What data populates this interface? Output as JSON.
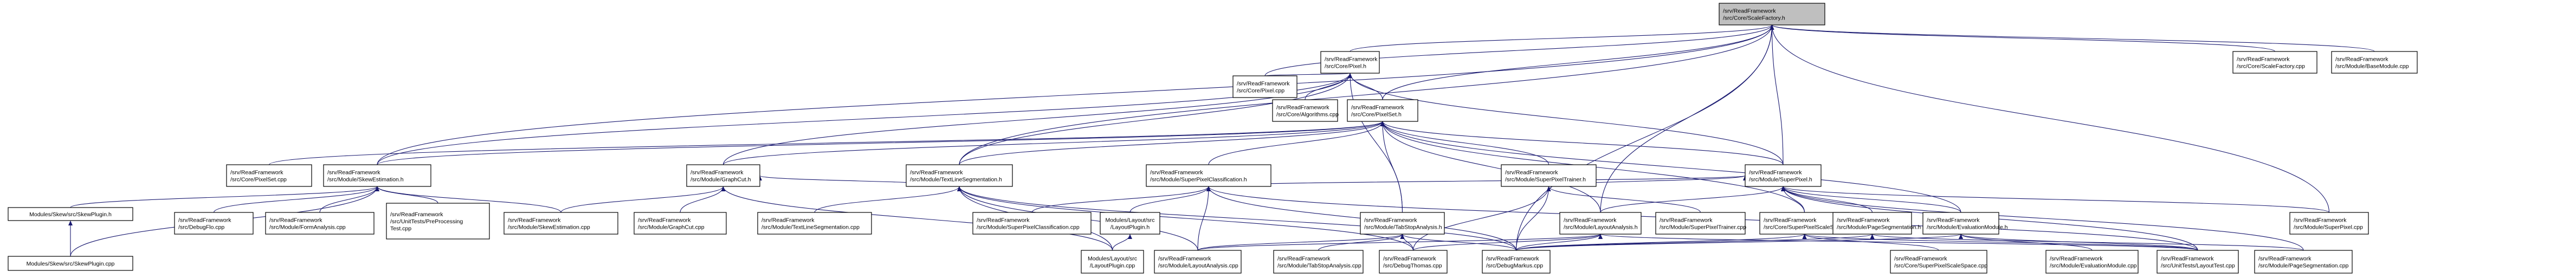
{
  "diagram": {
    "title": "Include dependency graph",
    "root": "scalefactory_h",
    "colors": {
      "edge": "#191970",
      "root_fill": "#bfbfbf",
      "node_fill": "#ffffff",
      "border": "#000000"
    },
    "nodes": [
      {
        "id": "scalefactory_h",
        "lines": [
          "/srv/ReadFramework",
          "/src/Core/ScaleFactory.h"
        ],
        "root": true
      },
      {
        "id": "scalefactory_cpp",
        "lines": [
          "/srv/ReadFramework",
          "/src/Core/ScaleFactory.cpp"
        ]
      },
      {
        "id": "basemodule_cpp",
        "lines": [
          "/srv/ReadFramework",
          "/src/Module/BaseModule.cpp"
        ]
      },
      {
        "id": "pixel_h",
        "lines": [
          "/srv/ReadFramework",
          "/src/Core/Pixel.h"
        ]
      },
      {
        "id": "pixel_cpp",
        "lines": [
          "/srv/ReadFramework",
          "/src/Core/Pixel.cpp"
        ]
      },
      {
        "id": "algorithms_cpp",
        "lines": [
          "/srv/ReadFramework",
          "/src/Core/Algorithms.cpp"
        ]
      },
      {
        "id": "pixelset_h",
        "lines": [
          "/srv/ReadFramework",
          "/src/Core/PixelSet.h"
        ]
      },
      {
        "id": "pixelset_cpp",
        "lines": [
          "/srv/ReadFramework",
          "/src/Core/PixelSet.cpp"
        ]
      },
      {
        "id": "skewestimation_h",
        "lines": [
          "/srv/ReadFramework",
          "/src/Module/SkewEstimation.h"
        ]
      },
      {
        "id": "graphcut_h",
        "lines": [
          "/srv/ReadFramework",
          "/src/Module/GraphCut.h"
        ]
      },
      {
        "id": "textlineseg_h",
        "lines": [
          "/srv/ReadFramework",
          "/src/Module/TextLineSegmentation.h"
        ]
      },
      {
        "id": "superpixelclass_h",
        "lines": [
          "/srv/ReadFramework",
          "/src/Module/SuperPixelClassification.h"
        ]
      },
      {
        "id": "superpixeltrainer_h",
        "lines": [
          "/srv/ReadFramework",
          "/src/Module/SuperPixelTrainer.h"
        ]
      },
      {
        "id": "superpixel_h",
        "lines": [
          "/srv/ReadFramework",
          "/src/Module/SuperPixel.h"
        ]
      },
      {
        "id": "skewplugin_h",
        "lines": [
          "Modules/Skew/src/SkewPlugin.h"
        ]
      },
      {
        "id": "debugflo_cpp",
        "lines": [
          "/srv/ReadFramework",
          "/src/DebugFlo.cpp"
        ]
      },
      {
        "id": "formanalysis_cpp",
        "lines": [
          "/srv/ReadFramework",
          "/src/Module/FormAnalysis.cpp"
        ]
      },
      {
        "id": "preprocessingtest_cpp",
        "lines": [
          "/srv/ReadFramework",
          "/src/UnitTests/PreProcessing",
          "Test.cpp"
        ]
      },
      {
        "id": "skewestimation_cpp",
        "lines": [
          "/srv/ReadFramework",
          "/src/Module/SkewEstimation.cpp"
        ]
      },
      {
        "id": "graphcut_cpp",
        "lines": [
          "/srv/ReadFramework",
          "/src/Module/GraphCut.cpp"
        ]
      },
      {
        "id": "textlineseg_cpp",
        "lines": [
          "/srv/ReadFramework",
          "/src/Module/TextLineSegmentation.cpp"
        ]
      },
      {
        "id": "superpixelclass_cpp",
        "lines": [
          "/srv/ReadFramework",
          "/src/Module/SuperPixelClassification.cpp"
        ]
      },
      {
        "id": "layoutplugin_h",
        "lines": [
          "Modules/Layout/src",
          "/LayoutPlugin.h"
        ]
      },
      {
        "id": "tabstop_h",
        "lines": [
          "/srv/ReadFramework",
          "/src/Module/TabStopAnalysis.h"
        ]
      },
      {
        "id": "layoutanalysis_h",
        "lines": [
          "/srv/ReadFramework",
          "/src/Module/LayoutAnalysis.h"
        ]
      },
      {
        "id": "superpixeltrainer_cpp",
        "lines": [
          "/srv/ReadFramework",
          "/src/Module/SuperPixelTrainer.cpp"
        ]
      },
      {
        "id": "superpixelscalespace_h",
        "lines": [
          "/srv/ReadFramework",
          "/src/Core/SuperPixelScaleSpace.h"
        ]
      },
      {
        "id": "pageseg_h",
        "lines": [
          "/srv/ReadFramework",
          "/src/Module/PageSegmentation.h"
        ]
      },
      {
        "id": "evaluationmodule_h",
        "lines": [
          "/srv/ReadFramework",
          "/src/Module/EvaluationModule.h"
        ]
      },
      {
        "id": "superpixel_cpp",
        "lines": [
          "/srv/ReadFramework",
          "/src/Module/SuperPixel.cpp"
        ]
      },
      {
        "id": "skewplugin_cpp",
        "lines": [
          "Modules/Skew/src/SkewPlugin.cpp"
        ]
      },
      {
        "id": "layoutplugin_cpp",
        "lines": [
          "Modules/Layout/src",
          "/LayoutPlugin.cpp"
        ]
      },
      {
        "id": "layoutanalysis_cpp",
        "lines": [
          "/srv/ReadFramework",
          "/src/Module/LayoutAnalysis.cpp"
        ]
      },
      {
        "id": "tabstop_cpp",
        "lines": [
          "/srv/ReadFramework",
          "/src/Module/TabStopAnalysis.cpp"
        ]
      },
      {
        "id": "debugthomas_cpp",
        "lines": [
          "/srv/ReadFramework",
          "/src/DebugThomas.cpp"
        ]
      },
      {
        "id": "debugmarkus_cpp",
        "lines": [
          "/srv/ReadFramework",
          "/src/DebugMarkus.cpp"
        ]
      },
      {
        "id": "superpixelscalespace_cpp",
        "lines": [
          "/srv/ReadFramework",
          "/src/Core/SuperPixelScaleSpace.cpp"
        ]
      },
      {
        "id": "evaluationmodule_cpp",
        "lines": [
          "/srv/ReadFramework",
          "/src/Module/EvaluationModule.cpp"
        ]
      },
      {
        "id": "layouttest_cpp",
        "lines": [
          "/srv/ReadFramework",
          "/src/UnitTests/LayoutTest.cpp"
        ]
      },
      {
        "id": "pageseg_cpp",
        "lines": [
          "/srv/ReadFramework",
          "/src/Module/PageSegmentation.cpp"
        ]
      }
    ],
    "edges": [
      [
        "scalefactory_cpp",
        "scalefactory_h"
      ],
      [
        "basemodule_cpp",
        "scalefactory_h"
      ],
      [
        "pixel_h",
        "scalefactory_h"
      ],
      [
        "pixelset_h",
        "scalefactory_h"
      ],
      [
        "superpixel_h",
        "scalefactory_h"
      ],
      [
        "textlineseg_h",
        "scalefactory_h"
      ],
      [
        "layoutanalysis_h",
        "scalefactory_h"
      ],
      [
        "pixel_cpp",
        "scalefactory_h"
      ],
      [
        "superpixel_cpp",
        "scalefactory_h"
      ],
      [
        "debugmarkus_cpp",
        "scalefactory_h"
      ],
      [
        "skewestimation_h",
        "scalefactory_h"
      ],
      [
        "pixel_cpp",
        "pixel_h"
      ],
      [
        "algorithms_cpp",
        "pixel_h"
      ],
      [
        "pixelset_h",
        "pixel_h"
      ],
      [
        "skewestimation_h",
        "pixel_h"
      ],
      [
        "textlineseg_h",
        "pixel_h"
      ],
      [
        "superpixel_h",
        "pixel_h"
      ],
      [
        "tabstop_h",
        "pixel_h"
      ],
      [
        "graphcut_h",
        "pixel_h"
      ],
      [
        "pixelset_cpp",
        "pixelset_h"
      ],
      [
        "skewestimation_h",
        "pixelset_h"
      ],
      [
        "graphcut_h",
        "pixelset_h"
      ],
      [
        "textlineseg_h",
        "pixelset_h"
      ],
      [
        "superpixelclass_h",
        "pixelset_h"
      ],
      [
        "superpixeltrainer_h",
        "pixelset_h"
      ],
      [
        "superpixel_h",
        "pixelset_h"
      ],
      [
        "tabstop_h",
        "pixelset_h"
      ],
      [
        "layoutanalysis_h",
        "pixelset_h"
      ],
      [
        "superpixelscalespace_h",
        "pixelset_h"
      ],
      [
        "evaluationmodule_h",
        "pixelset_h"
      ],
      [
        "skewplugin_h",
        "skewestimation_h"
      ],
      [
        "debugflo_cpp",
        "skewestimation_h"
      ],
      [
        "formanalysis_cpp",
        "skewestimation_h"
      ],
      [
        "preprocessingtest_cpp",
        "skewestimation_h"
      ],
      [
        "skewestimation_cpp",
        "skewestimation_h"
      ],
      [
        "skewplugin_cpp",
        "skewestimation_h"
      ],
      [
        "skewestimation_cpp",
        "graphcut_h"
      ],
      [
        "graphcut_cpp",
        "graphcut_h"
      ],
      [
        "layoutplugin_cpp",
        "graphcut_h"
      ],
      [
        "textlineseg_h",
        "graphcut_h"
      ],
      [
        "textlineseg_cpp",
        "textlineseg_h"
      ],
      [
        "layoutplugin_cpp",
        "textlineseg_h"
      ],
      [
        "layoutanalysis_cpp",
        "textlineseg_h"
      ],
      [
        "debugthomas_cpp",
        "textlineseg_h"
      ],
      [
        "debugmarkus_cpp",
        "textlineseg_h"
      ],
      [
        "superpixelclass_cpp",
        "superpixelclass_h"
      ],
      [
        "layoutplugin_h",
        "superpixelclass_h"
      ],
      [
        "layoutanalysis_cpp",
        "superpixelclass_h"
      ],
      [
        "debugmarkus_cpp",
        "superpixelclass_h"
      ],
      [
        "layouttest_cpp",
        "superpixelclass_h"
      ],
      [
        "superpixeltrainer_cpp",
        "superpixeltrainer_h"
      ],
      [
        "debugthomas_cpp",
        "superpixeltrainer_h"
      ],
      [
        "debugmarkus_cpp",
        "superpixeltrainer_h"
      ],
      [
        "superpixel_cpp",
        "superpixel_h"
      ],
      [
        "superpixelclass_h",
        "superpixel_h"
      ],
      [
        "superpixeltrainer_h",
        "superpixel_h"
      ],
      [
        "layoutanalysis_h",
        "superpixel_h"
      ],
      [
        "pageseg_h",
        "superpixel_h"
      ],
      [
        "superpixelscalespace_h",
        "superpixel_h"
      ],
      [
        "evaluationmodule_h",
        "superpixel_h"
      ],
      [
        "layouttest_cpp",
        "superpixel_h"
      ],
      [
        "pageseg_cpp",
        "superpixel_h"
      ],
      [
        "skewplugin_cpp",
        "skewplugin_h"
      ],
      [
        "layoutplugin_cpp",
        "layoutplugin_h"
      ],
      [
        "tabstop_cpp",
        "tabstop_h"
      ],
      [
        "layoutanalysis_cpp",
        "tabstop_h"
      ],
      [
        "debugthomas_cpp",
        "tabstop_h"
      ],
      [
        "debugmarkus_cpp",
        "tabstop_h"
      ],
      [
        "layoutanalysis_cpp",
        "layoutanalysis_h"
      ],
      [
        "debugthomas_cpp",
        "layoutanalysis_h"
      ],
      [
        "debugmarkus_cpp",
        "layoutanalysis_h"
      ],
      [
        "layouttest_cpp",
        "layoutanalysis_h"
      ],
      [
        "superpixelscalespace_cpp",
        "superpixelscalespace_h"
      ],
      [
        "debugmarkus_cpp",
        "superpixelscalespace_h"
      ],
      [
        "layouttest_cpp",
        "superpixelscalespace_h"
      ],
      [
        "debugmarkus_cpp",
        "pageseg_h"
      ],
      [
        "pageseg_cpp",
        "pageseg_h"
      ],
      [
        "evaluationmodule_cpp",
        "evaluationmodule_h"
      ],
      [
        "layouttest_cpp",
        "evaluationmodule_h"
      ],
      [
        "debugmarkus_cpp",
        "evaluationmodule_h"
      ]
    ]
  }
}
